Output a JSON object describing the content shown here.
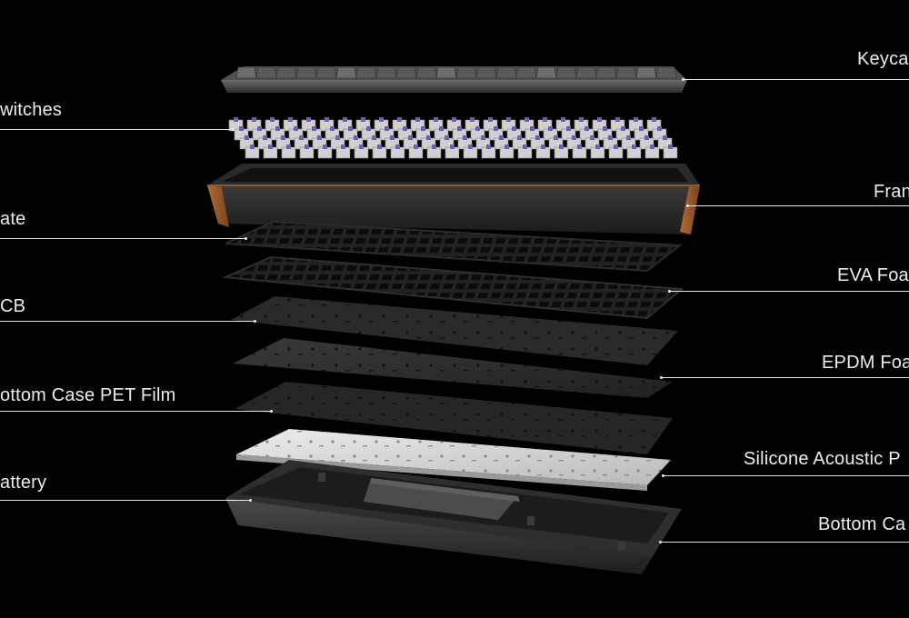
{
  "diagram": {
    "left_labels": [
      {
        "id": "switches",
        "text": "witches"
      },
      {
        "id": "plate",
        "text": "ate"
      },
      {
        "id": "pcb",
        "text": "CB"
      },
      {
        "id": "bottom-case-pet-film",
        "text": "ottom Case PET Film"
      },
      {
        "id": "battery",
        "text": "attery"
      }
    ],
    "right_labels": [
      {
        "id": "keycaps",
        "text": "Keyca"
      },
      {
        "id": "frame",
        "text": "Fran"
      },
      {
        "id": "eva-foam",
        "text": "EVA Foa"
      },
      {
        "id": "epdm-foam",
        "text": "EPDM Foa"
      },
      {
        "id": "silicone-acoustic",
        "text": "Silicone Acoustic P"
      },
      {
        "id": "bottom-case",
        "text": "Bottom Ca"
      }
    ],
    "colors": {
      "background": "#000000",
      "label_text": "#ececec",
      "leader_line": "#e6e6e6",
      "keycap": "#4a4a4a",
      "switch_stem": "#7a55c8",
      "frame_wood": "#9a5a2c",
      "plate": "#1f1f1f",
      "foam": "#2b2b2b",
      "silicone": "#d7d7d7",
      "bottom_case": "#333333"
    }
  }
}
